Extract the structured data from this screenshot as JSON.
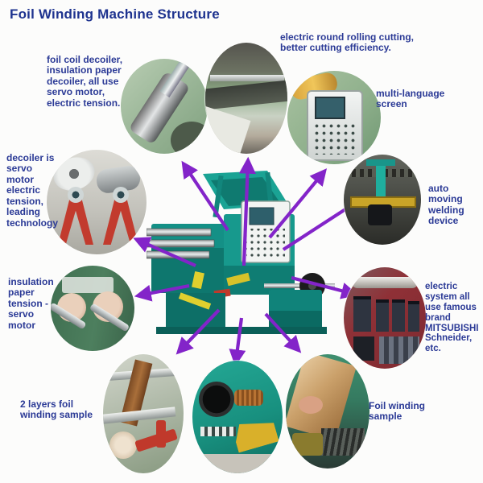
{
  "title": "Foil Winding Machine Structure",
  "callouts": {
    "decoiler_servo": {
      "label": "foil coil decoiler,\ninsulation paper\ndecoiler, all use\nservo motor,\nelectric tension."
    },
    "rolling_cutting": {
      "label": "electric round rolling cutting,\nbetter cutting efficiency."
    },
    "multi_language": {
      "label": "multi-language\nscreen"
    },
    "left_decoiler": {
      "label": "decoiler is\nservo\nmotor\nelectric\ntension,\nleading\ntechnology"
    },
    "welding": {
      "label": "auto\nmoving\nwelding\ndevice"
    },
    "insulation_paper": {
      "label": "insulation\npaper\ntension -\nservo\nmotor"
    },
    "electric_system": {
      "label": "electric\nsystem all\nuse famous\nbrand\nMITSUBISHI\nSchneider,\netc."
    },
    "two_layers": {
      "label": "2 layers foil\nwinding sample"
    },
    "foil_sample": {
      "label": "Foil winding\nsample"
    }
  },
  "photos": {
    "servo_motor": "foil coil decoiler servo motor close-up",
    "rolling_cutting": "electric round rolling cutting unit",
    "control_panel": "multi-language touch screen panel",
    "decoiler_stands": "red decoiler stands with coils",
    "welding_device": "auto moving welding device",
    "insulation_rolls": "insulation paper tension rolls",
    "electric_cabinet": "electric cabinet with MITSUBISHI/Schneider drives",
    "two_layer_sample": "2 layers foil winding sample station",
    "winding_head": "winding head with copper coil",
    "foil_sample": "foil winding sample with operator hand"
  },
  "colors": {
    "title_text": "#1e338f",
    "label_text": "#2b3a96",
    "arrow": "#8324c9",
    "background": "#fcfcfb",
    "machine_teal": "#17998d"
  }
}
